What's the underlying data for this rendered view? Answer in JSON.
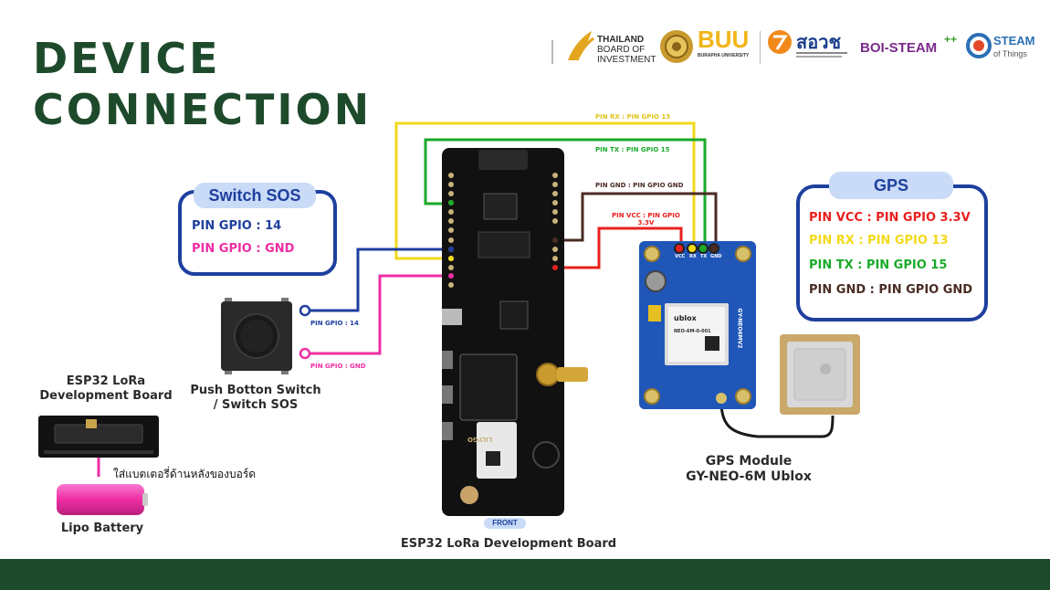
{
  "title": {
    "line1": "DEVICE",
    "line2": "CONNECTION"
  },
  "logos": {
    "thailand": [
      "THAILAND",
      "BOARD OF",
      "INVESTMENT"
    ],
    "buu": "BUU",
    "buu_sub": "BURAPHA UNIVERSITY",
    "sorvor": "สอวช",
    "boi_steam": "BOI-STEAM",
    "steam_things": [
      "STEAM",
      "of Things"
    ]
  },
  "sos": {
    "header": "Switch SOS",
    "line1": "PIN GPIO : 14",
    "line2": "PIN GPIO : GND"
  },
  "gps_box": {
    "header": "GPS",
    "vcc": "PIN VCC : PIN GPIO 3.3V",
    "rx": "PIN RX : PIN GPIO 13",
    "tx": "PIN TX : PIN GPIO 15",
    "gnd": "PIN GND : PIN GPIO GND"
  },
  "wires": {
    "rx": "PIN RX : PIN GPIO 13",
    "tx": "PIN TX : PIN GPIO 15",
    "gnd": "PIN GND : PIN GPIO GND",
    "vcc_1": "PIN VCC : PIN GPIO",
    "vcc_2": "3.3V",
    "switch_14": "PIN GPIO : 14",
    "switch_gnd": "PIN GPIO : GND"
  },
  "gps_pins": [
    "VCC",
    "RX",
    "TX",
    "GND"
  ],
  "gps_chip": {
    "brand": "ublox",
    "model": "NEO-6M-0-001",
    "side": "GY-NEO6MV2"
  },
  "board": {
    "brand": "LILYGO",
    "front": "FRONT"
  },
  "captions": {
    "esp32_small_1": "ESP32 LoRa",
    "esp32_small_2": "Development Board",
    "push_1": "Push Botton Switch",
    "push_2": "/ Switch SOS",
    "battery_note": "ใส่แบตเตอรี่ด้านหลังของบอร์ด",
    "battery": "Lipo Battery",
    "main_board": "ESP32 LoRa Development Board",
    "gps_1": "GPS Module",
    "gps_2": "GY-NEO-6M Ublox"
  },
  "colors": {
    "dark_green": "#1e4a2c",
    "blue": "#1e3f9e",
    "red": "#e8201e",
    "yellow": "#f2d91a",
    "green": "#1aaa2a",
    "brown": "#4a2c24",
    "magenta": "#ee2ea4"
  }
}
